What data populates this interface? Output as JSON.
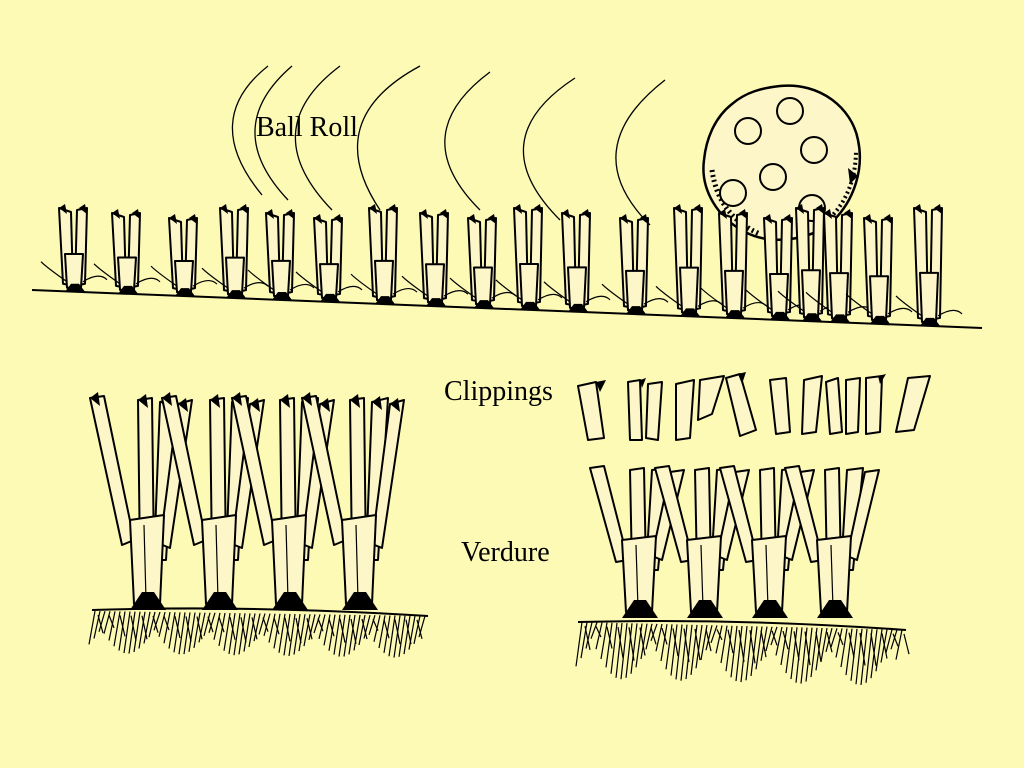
{
  "labels": {
    "ball_roll": "Ball Roll",
    "clippings": "Clippings",
    "verdure": "Verdure"
  },
  "colors": {
    "background": "#FDFAB6",
    "ink": "#000000",
    "leaf_fill": "#FDF6C8"
  }
}
